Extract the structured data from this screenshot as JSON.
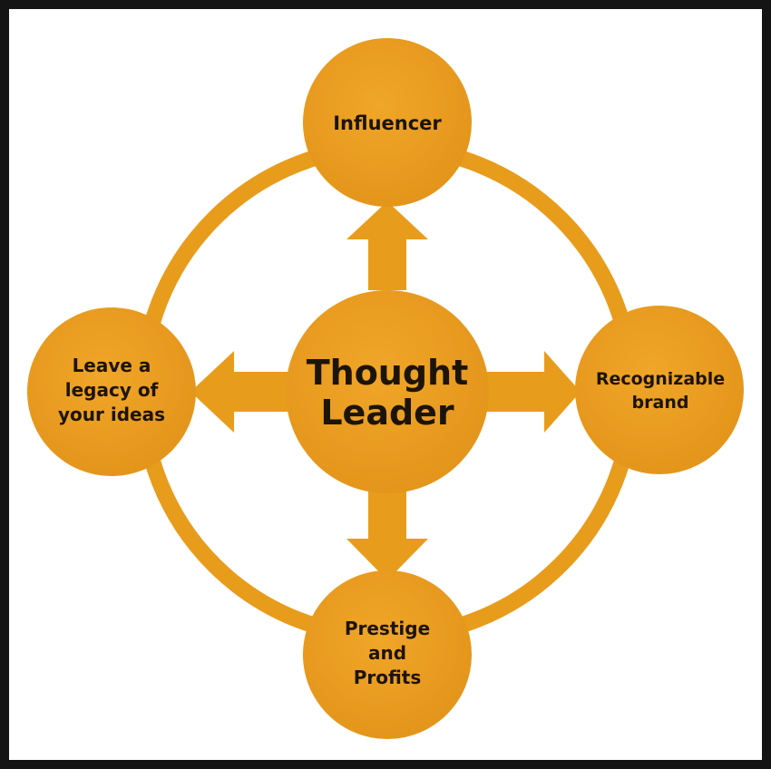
{
  "diagram": {
    "center": {
      "line1": "Thought",
      "line2": "Leader"
    },
    "top": {
      "line1": "Influencer"
    },
    "right": {
      "line1": "Recognizable",
      "line2": "brand"
    },
    "bottom": {
      "line1": "Prestige",
      "line2": "and",
      "line3": "Profits"
    },
    "left": {
      "line1": "Leave a",
      "line2": "legacy of",
      "line3": "your ideas"
    }
  },
  "colors": {
    "orange": "#e89c1c",
    "text": "#1c1408",
    "background": "#ffffff",
    "frame": "#141414"
  }
}
